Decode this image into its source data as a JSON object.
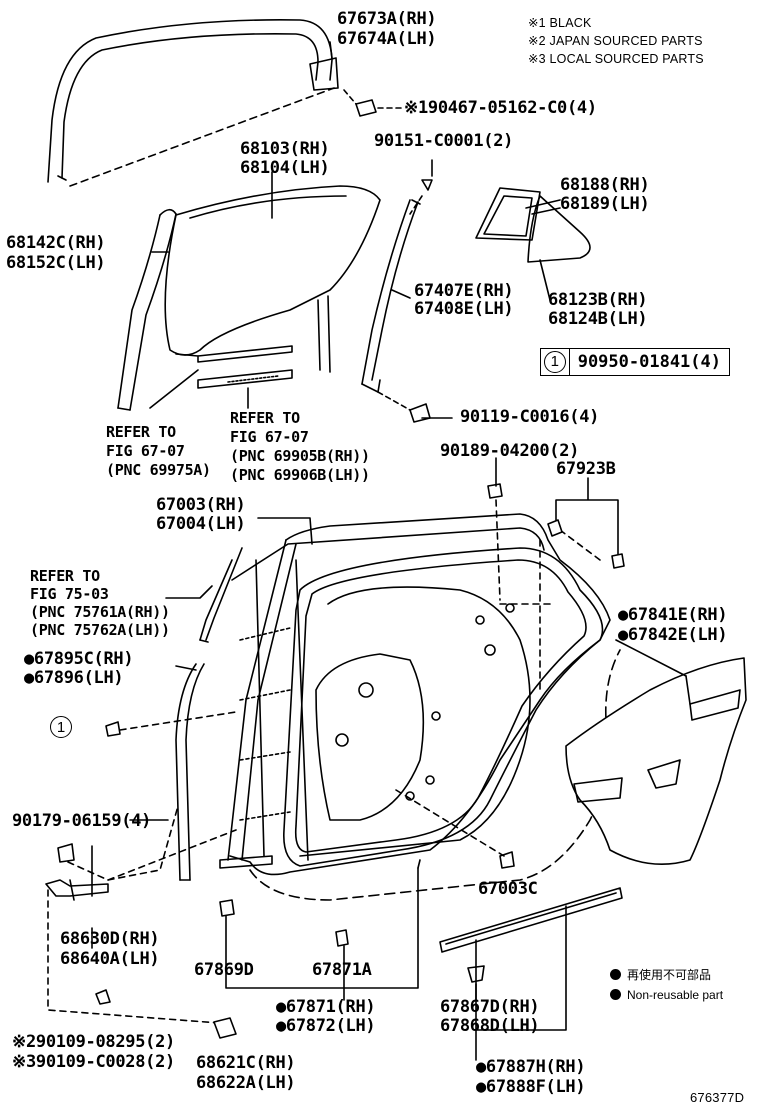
{
  "notes": [
    "※1 BLACK",
    "※2 JAPAN SOURCED PARTS",
    "※3 LOCAL SOURCED PARTS"
  ],
  "legend": {
    "ja": "再使用不可部品",
    "en": "Non-reusable part"
  },
  "callouts": {
    "p67673": [
      "67673A(RH)",
      "67674A(LH)"
    ],
    "p90467": "※190467-05162-C0(4)",
    "p90151": "90151-C0001(2)",
    "p68103": [
      "68103(RH)",
      "68104(LH)"
    ],
    "p68188": [
      "68188(RH)",
      "68189(LH)"
    ],
    "p68142": [
      "68142C(RH)",
      "68152C(LH)"
    ],
    "p67407": [
      "67407E(RH)",
      "67408E(LH)"
    ],
    "p68123": [
      "68123B(RH)",
      "68124B(LH)"
    ],
    "p90950": {
      "circle": "1",
      "text": "90950-01841(4)"
    },
    "p90119": "90119-C0016(4)",
    "ref6707a": [
      "REFER TO",
      "FIG 67-07",
      "(PNC 69975A)"
    ],
    "ref6707b": [
      "REFER TO",
      "FIG 67-07",
      "(PNC 69905B(RH))",
      "(PNC 69906B(LH))"
    ],
    "p90189": "90189-04200(2)",
    "p67923": "67923B",
    "p67003": [
      "67003(RH)",
      "67004(LH)"
    ],
    "ref7503": [
      "REFER TO",
      "FIG 75-03",
      "(PNC 75761A(RH))",
      "(PNC 75762A(LH))"
    ],
    "p67841": [
      "●67841E(RH)",
      "●67842E(LH)"
    ],
    "p67895": [
      "●67895C(RH)",
      "●67896(LH)"
    ],
    "circle1": "1",
    "p90179": "90179-06159(4)",
    "p67003c": "67003C",
    "p68630": [
      "68630D(RH)",
      "68640A(LH)"
    ],
    "p67869": "67869D",
    "p67871a": "67871A",
    "p67871": [
      "●67871(RH)",
      "●67872(LH)"
    ],
    "p67867": [
      "67867D(RH)",
      "67868D(LH)"
    ],
    "p90109": [
      "※290109-08295(2)",
      "※390109-C0028(2)"
    ],
    "p68621": [
      "68621C(RH)",
      "68622A(LH)"
    ],
    "p67887": [
      "●67887H(RH)",
      "●67888F(LH)"
    ]
  },
  "figure_id": "676377D"
}
